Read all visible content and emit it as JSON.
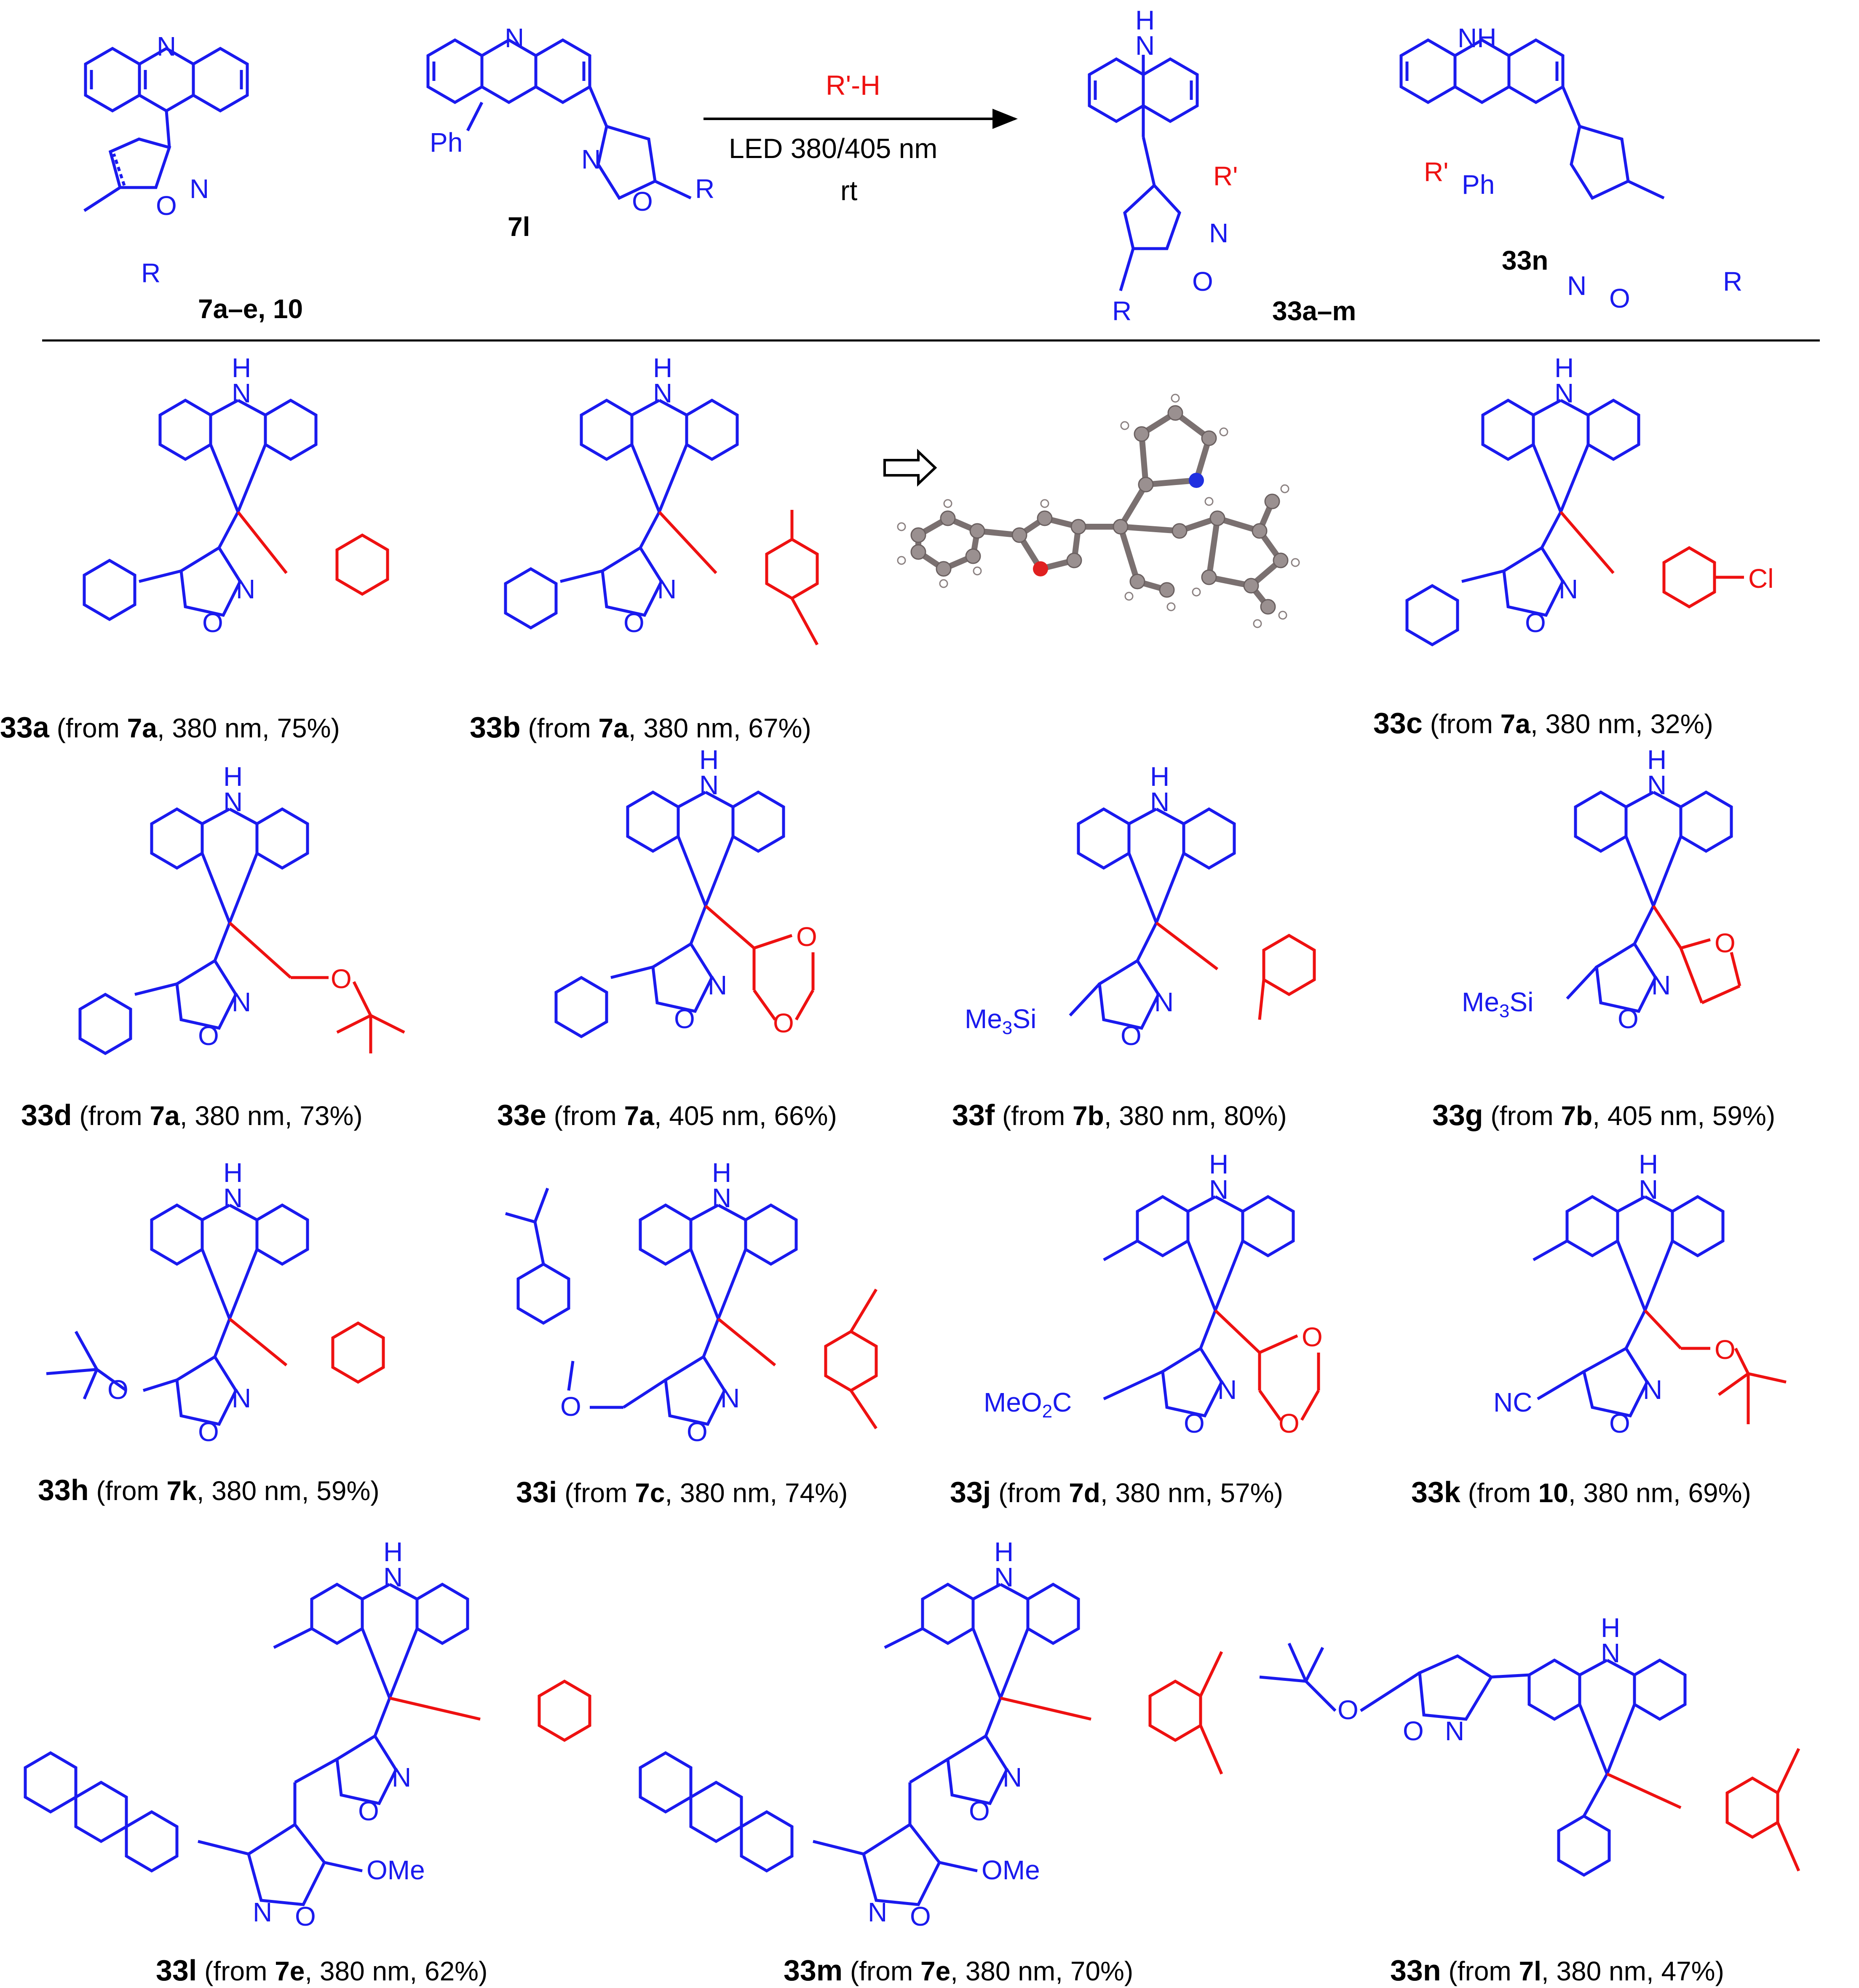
{
  "colors": {
    "core_blue": "#1a1aee",
    "radical_red": "#ee1111",
    "text_black": "#000000",
    "crystal_atom_grey": "#9a9090",
    "crystal_oxygen": "#e02020",
    "crystal_nitrogen": "#2030e0"
  },
  "atoms": {
    "N": "N",
    "NH_H": "H",
    "NH": "NH",
    "O": "O",
    "N_iso": "N",
    "Ph": "Ph",
    "R": "R",
    "Rprime": "R'",
    "Cl": "Cl",
    "Me3Si_main": "Me",
    "Me3Si_sub": "3",
    "Me3Si_tail": "Si",
    "MeO2C_main": "MeO",
    "MeO2C_sub": "2",
    "MeO2C_tail": "C",
    "NC": "NC",
    "OMe": "OMe"
  },
  "reaction": {
    "reagent": "R'-H",
    "conditions": "LED 380/405 nm",
    "temperature": "rt",
    "start1_label": "7a–e, 10",
    "start2_label": "7l",
    "product1_label": "33a–m",
    "product2_label": "33n"
  },
  "crystal_structure_icon": "crystal-structure-ball-and-stick",
  "entries": [
    {
      "id": "33a",
      "source": "7a",
      "wavelength": "380 nm",
      "yield": "75%"
    },
    {
      "id": "33b",
      "source": "7a",
      "wavelength": "380 nm",
      "yield": "67%"
    },
    {
      "id": "33c",
      "source": "7a",
      "wavelength": "380 nm",
      "yield": "32%"
    },
    {
      "id": "33d",
      "source": "7a",
      "wavelength": "380 nm",
      "yield": "73%"
    },
    {
      "id": "33e",
      "source": "7a",
      "wavelength": "405 nm",
      "yield": "66%"
    },
    {
      "id": "33f",
      "source": "7b",
      "wavelength": "380 nm",
      "yield": "80%"
    },
    {
      "id": "33g",
      "source": "7b",
      "wavelength": "405 nm",
      "yield": "59%"
    },
    {
      "id": "33h",
      "source": "7k",
      "wavelength": "380 nm",
      "yield": "59%"
    },
    {
      "id": "33i",
      "source": "7c",
      "wavelength": "380 nm",
      "yield": "74%"
    },
    {
      "id": "33j",
      "source": "7d",
      "wavelength": "380 nm",
      "yield": "57%"
    },
    {
      "id": "33k",
      "source": "10",
      "wavelength": "380 nm",
      "yield": "69%"
    },
    {
      "id": "33l",
      "source": "7e",
      "wavelength": "380 nm",
      "yield": "62%"
    },
    {
      "id": "33m",
      "source": "7e",
      "wavelength": "380 nm",
      "yield": "70%"
    },
    {
      "id": "33n",
      "source": "7l",
      "wavelength": "380 nm",
      "yield": "47%"
    }
  ],
  "caption_parts": {
    "from": "(from ",
    "sep": ", ",
    "close": ")"
  }
}
